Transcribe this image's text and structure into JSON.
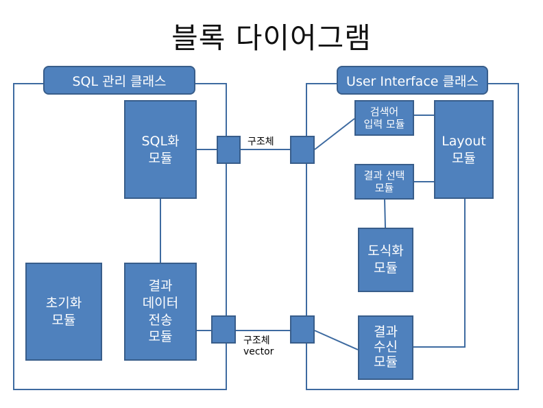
{
  "title": "블록 다이어그램",
  "sql_class": {
    "header": "SQL 관리 클래스",
    "modules": {
      "sqlize": [
        "SQL화",
        "모듈"
      ],
      "init": [
        "초기화",
        "모듈"
      ],
      "transfer": [
        "결과",
        "데이터",
        "전송",
        "모듈"
      ]
    }
  },
  "ui_class": {
    "header": "User Interface 클래스",
    "modules": {
      "search_input": [
        "검색어",
        "입력 모듈"
      ],
      "result_select": [
        "결과 선택",
        "모듈"
      ],
      "layout": [
        "Layout",
        "모듈"
      ],
      "visualize": [
        "도식화",
        "모듈"
      ],
      "receive": [
        "결과",
        "수신",
        "모듈"
      ]
    }
  },
  "links": {
    "top_label": "구조체",
    "bottom_label_1": "구조체",
    "bottom_label_2": "vector"
  },
  "colors": {
    "module_fill": "#4f81bd",
    "module_border": "#385d8a",
    "line": "#3d6aa0"
  }
}
